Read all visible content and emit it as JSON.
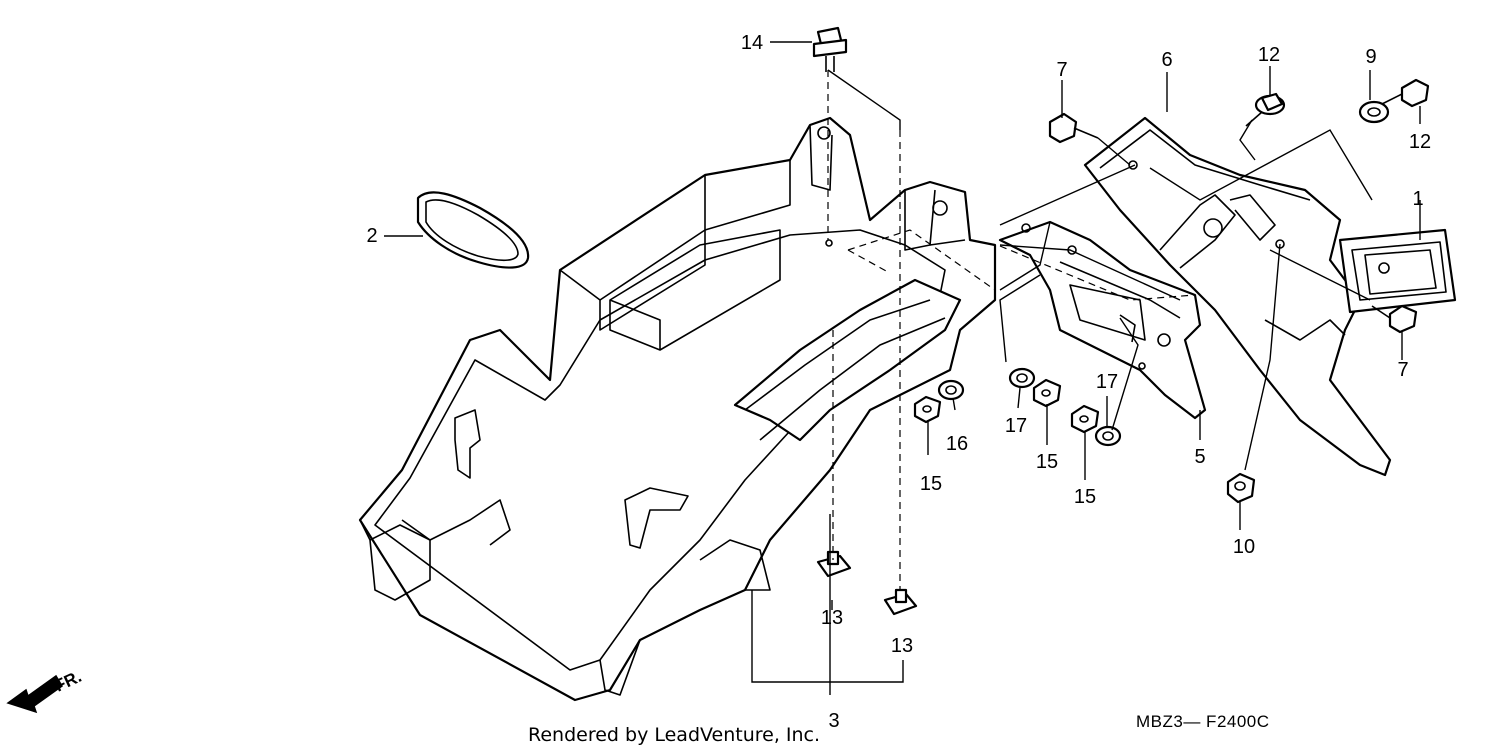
{
  "callouts": {
    "c1": "1",
    "c2": "2",
    "c3": "3",
    "c5": "5",
    "c6": "6",
    "c7a": "7",
    "c7b": "7",
    "c9": "9",
    "c10": "10",
    "c12a": "12",
    "c12b": "12",
    "c13a": "13",
    "c13b": "13",
    "c14": "14",
    "c15a": "15",
    "c15b": "15",
    "c15c": "15",
    "c16": "16",
    "c17a": "17",
    "c17b": "17"
  },
  "direction": {
    "label": "FR."
  },
  "footer": {
    "credit": "Rendered by LeadVenture, Inc.",
    "diagram_code": "MBZ3— F2400C"
  }
}
